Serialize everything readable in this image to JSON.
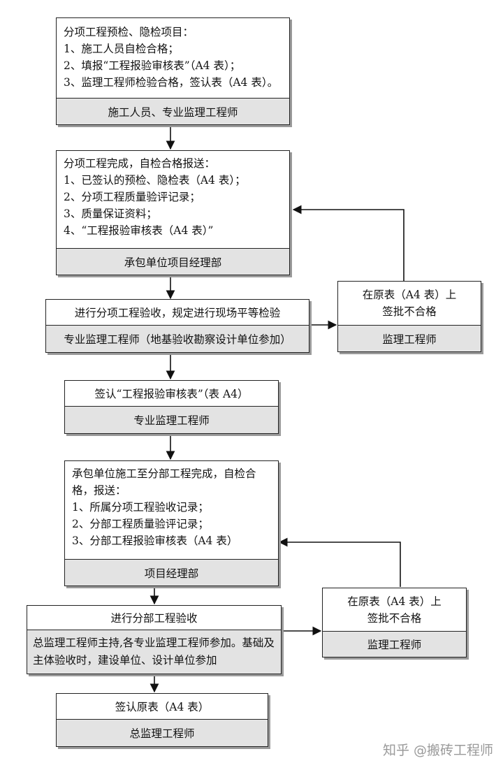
{
  "flow": {
    "step1": {
      "lines": [
        "分项工程预检、隐检项目：",
        "1、施工人员自检合格；",
        "2、填报“工程报验审核表”（A4 表）；",
        "3、监理工程师检验合格，签认表（A4 表）。"
      ],
      "responsible": "施工人员、专业监理工程师"
    },
    "step2": {
      "lines": [
        "分项工程完成，自检合格报送：",
        "1、已签认的预检、隐检表（A4 表）；",
        "2、分项工程质量验评记录；",
        "3、质量保证资料；",
        "4、“工程报验审核表（A4 表）”"
      ],
      "responsible": "承包单位项目经理部"
    },
    "step3": {
      "lines": [
        "进行分项工程验收，规定进行现场平等检验"
      ],
      "responsible": "专业监理工程师（地基验收勘察设计单位参加）"
    },
    "reject1": {
      "lines": [
        "在原表（A4 表）上",
        "签批不合格"
      ],
      "responsible": "监理工程师"
    },
    "step4": {
      "lines": [
        "签认“工程报验审核表”（表 A4）"
      ],
      "responsible": "专业监理工程师"
    },
    "step5": {
      "lines": [
        "承包单位施工至分部工程完成，自检合格，报送：",
        "1、所属分项工程验收记录；",
        "2、分部工程质量验评记录；",
        "3、分部工程报验审核表（A4 表）"
      ],
      "responsible": "项目经理部"
    },
    "step6": {
      "lines": [
        "进行分部工程验收"
      ],
      "responsible": "总监理工程师主持,各专业监理工程师参加。基础及主体验收时，建设单位、设计单位参加"
    },
    "reject2": {
      "lines": [
        "在原表（A4 表）上",
        "签批不合格"
      ],
      "responsible": "监理工程师"
    },
    "step7": {
      "lines": [
        "签认原表（A4 表）"
      ],
      "responsible": "总监理工程师"
    }
  },
  "watermark": "知乎 @搬砖工程师"
}
